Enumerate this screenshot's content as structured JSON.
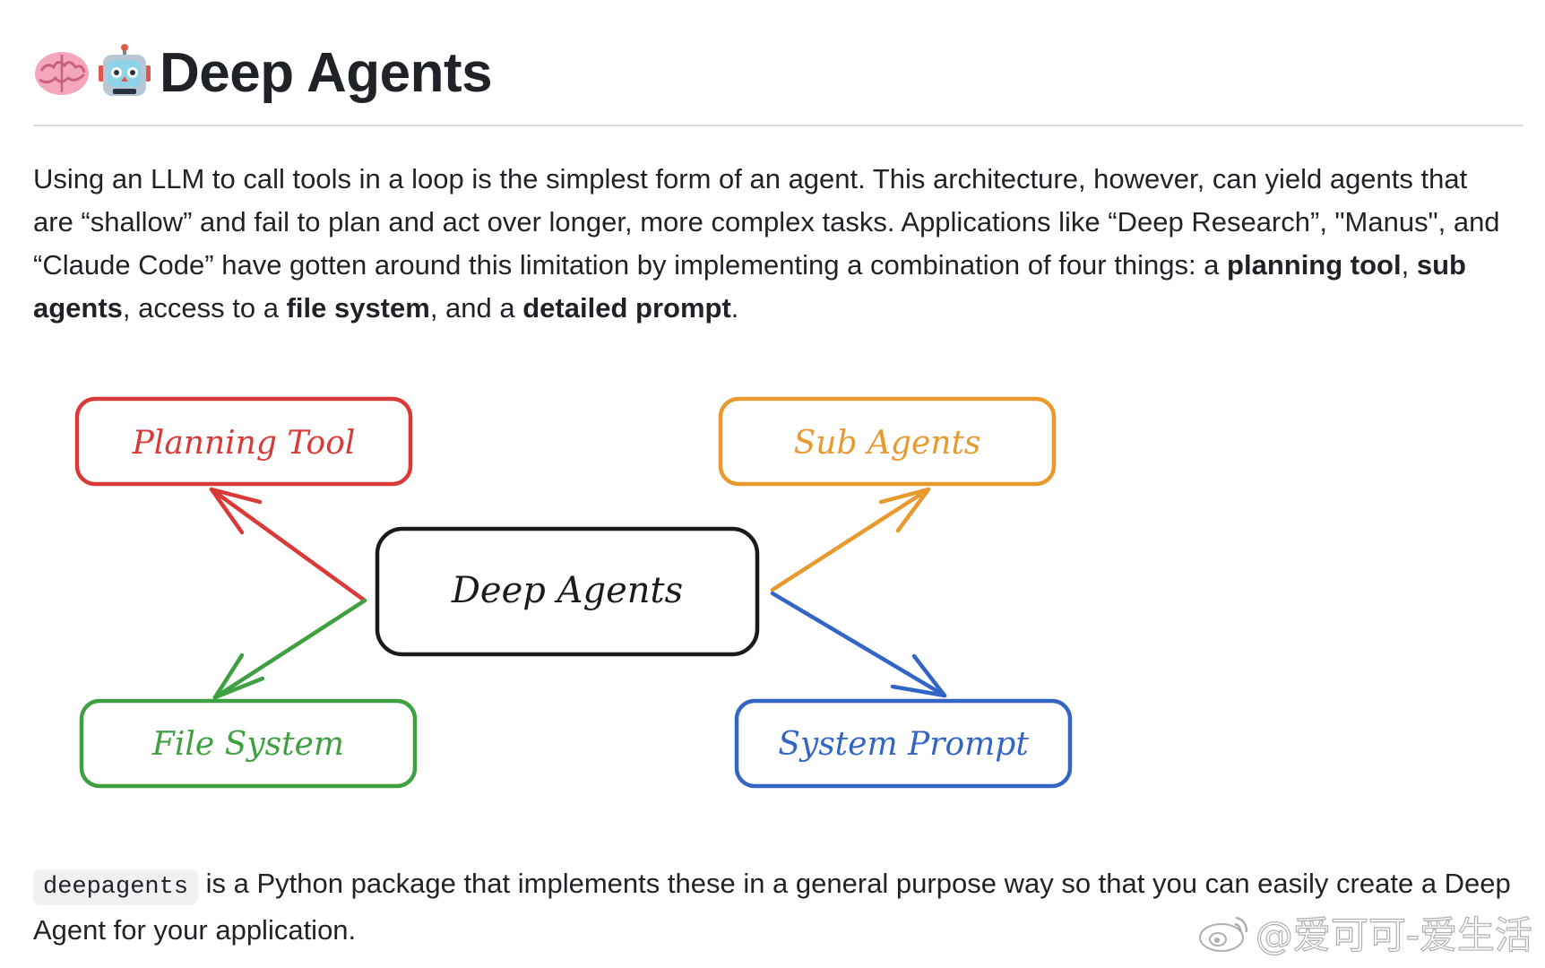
{
  "heading": {
    "brain_icon": "brain-icon",
    "robot_icon": "robot-icon",
    "title": "Deep Agents"
  },
  "intro": {
    "s1": "Using an LLM to call tools in a loop is the simplest form of an agent. This architecture, however, can yield agents that are “shallow” and fail to plan and act over longer, more complex tasks. Applications like “Deep Research”, \"Manus\", and “Claude Code” have gotten around this limitation by implementing a combination of four things: a ",
    "b1": "planning tool",
    "s2": ", ",
    "b2": "sub agents",
    "s3": ", access to a ",
    "b3": "file system",
    "s4": ", and a ",
    "b4": "detailed prompt",
    "s5": "."
  },
  "diagram": {
    "center": "Deep Agents",
    "planning": "Planning Tool",
    "sub_agents": "Sub Agents",
    "file_system": "File System",
    "system_prompt": "System Prompt",
    "colors": {
      "red": "#d93a37",
      "orange": "#e89a2e",
      "green": "#3fa041",
      "blue": "#3366c4",
      "black": "#1b1b1b"
    }
  },
  "footer": {
    "code": "deepagents",
    "text": " is a Python package that implements these in a general purpose way so that you can easily create a Deep Agent for your application."
  },
  "watermark": {
    "text": "@爱可可-爱生活",
    "icon": "weibo-icon"
  }
}
